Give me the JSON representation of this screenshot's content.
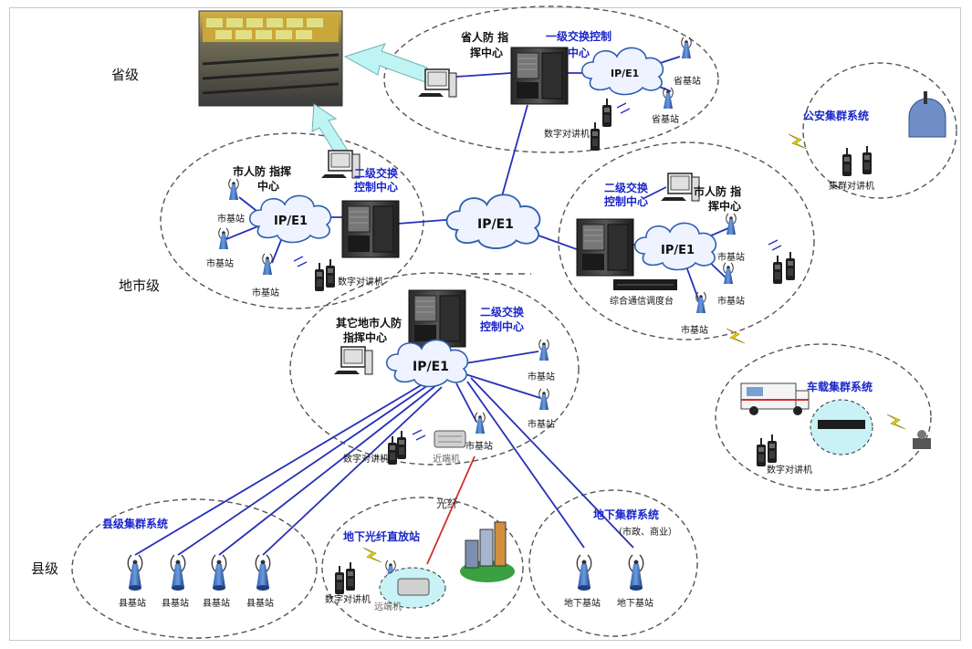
{
  "levels": {
    "province": "省级",
    "city": "地市级",
    "county": "县级"
  },
  "province_zone": {
    "center_label_line1": "省人防 指",
    "center_label_line2": "挥中心",
    "switch_label_line1": "一级交换控制",
    "switch_label_line2": "中心",
    "cloud_label": "IP/E1",
    "base_station_1": "省基站",
    "base_station_2": "省基站",
    "radio_label": "数字对讲机"
  },
  "city_left_zone": {
    "center_label_line1": "市人防 指挥",
    "center_label_line2": "中心",
    "switch_label_line1": "二级交换",
    "switch_label_line2": "控制中心",
    "cloud_label": "IP/E1",
    "base_station_1": "市基站",
    "base_station_2": "市基站",
    "base_station_3": "市基站",
    "radio_label": "数字对讲机"
  },
  "backbone": {
    "cloud_label": "IP/E1"
  },
  "city_right_zone": {
    "switch_label_line1": "二级交换",
    "switch_label_line2": "控制中心",
    "center_label_line1": "市人防 指",
    "center_label_line2": "挥中心",
    "cloud_label": "IP/E1",
    "dispatch_label": "综合通信调度台",
    "base_station_1": "市基站",
    "base_station_2": "市基站",
    "base_station_3": "市基站"
  },
  "police_zone": {
    "title": "公安集群系统",
    "radio_label": "集群对讲机"
  },
  "city_other_zone": {
    "center_label_line1": "其它地市人防",
    "center_label_line2": "指挥中心",
    "switch_label_line1": "二级交换",
    "switch_label_line2": "控制中心",
    "cloud_label": "IP/E1",
    "base_station_1": "市基站",
    "base_station_2": "市基站",
    "base_station_3": "市基站",
    "radio_label": "数字对讲机",
    "near_end_label": "近端机"
  },
  "vehicle_zone": {
    "title": "车载集群系统",
    "radio_label": "数字对讲机"
  },
  "fiber_label": "光纤",
  "county_zone": {
    "title": "县级集群系统",
    "stations": [
      "县基站",
      "县基站",
      "县基站",
      "县基站"
    ]
  },
  "fiber_repeater_zone": {
    "title": "地下光纤直放站",
    "radio_label": "数字对讲机",
    "far_end_label": "远端机"
  },
  "underground_zone": {
    "title": "地下集群系统",
    "subtitle": "（市政、商业）",
    "stations": [
      "地下基站",
      "地下基站"
    ]
  },
  "colors": {
    "link_blue": "#2630b8",
    "label_blue": "#1a26c9",
    "fiber_red": "#d03030",
    "dashed_gray": "#555555",
    "lightning_yellow": "#f0d800",
    "cloud_blue": "#eef3ff"
  }
}
